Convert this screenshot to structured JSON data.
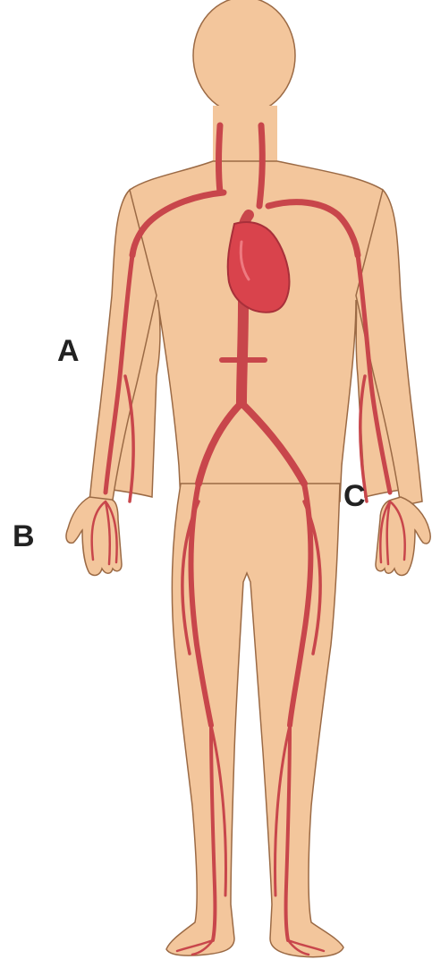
{
  "labels": {
    "a": "A",
    "b": "B",
    "c": "C"
  },
  "colors": {
    "skin": "#f3c69c",
    "skin_outline": "#9b6a45",
    "artery": "#c8464b",
    "heart": "#d9434c",
    "label_text": "#222222"
  }
}
